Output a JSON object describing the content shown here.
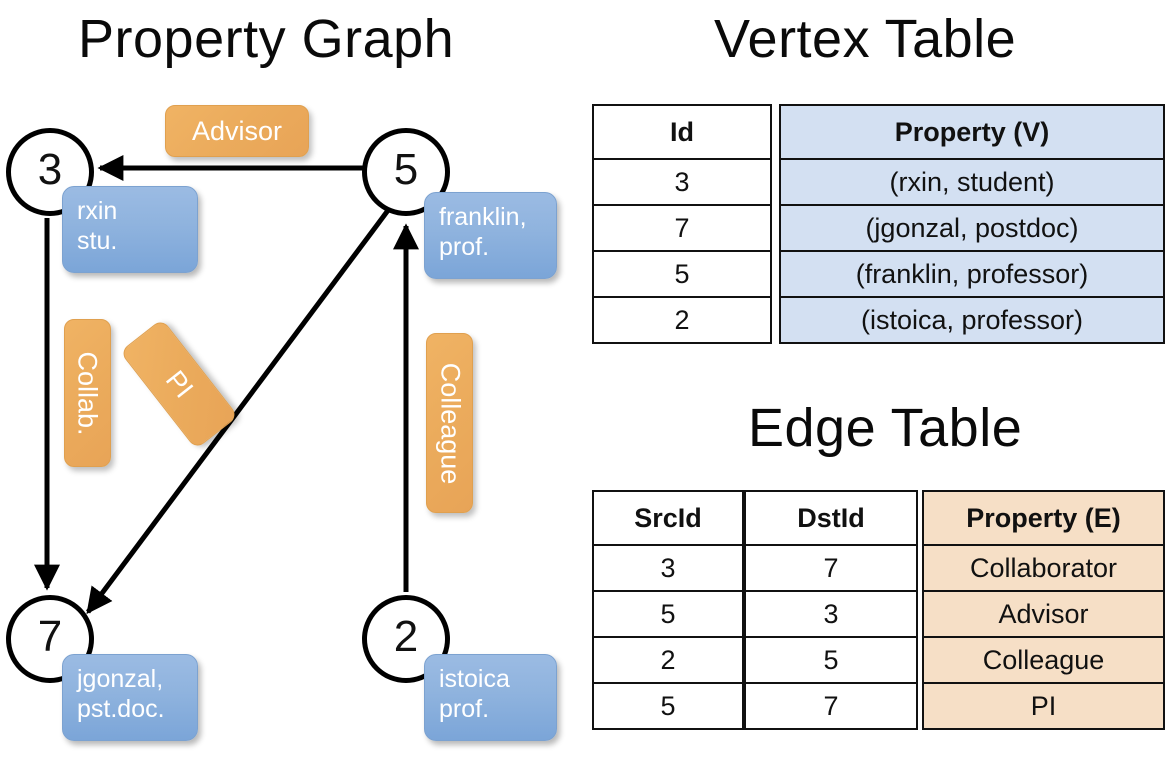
{
  "titles": {
    "property_graph": "Property Graph",
    "vertex_table": "Vertex Table",
    "edge_table": "Edge Table"
  },
  "graph": {
    "nodes": [
      {
        "id": "3",
        "name": "node-3",
        "property_lines": [
          "rxin",
          "stu."
        ]
      },
      {
        "id": "5",
        "name": "node-5",
        "property_lines": [
          "franklin,",
          "prof."
        ]
      },
      {
        "id": "7",
        "name": "node-7",
        "property_lines": [
          "jgonzal,",
          "pst.doc."
        ]
      },
      {
        "id": "2",
        "name": "node-2",
        "property_lines": [
          "istoica",
          "prof."
        ]
      }
    ],
    "node_labels": {
      "n3": "3",
      "n5": "5",
      "n7": "7",
      "n2": "2"
    },
    "property_boxes": {
      "rxin_l1": "rxin",
      "rxin_l2": "stu.",
      "franklin_l1": "franklin,",
      "franklin_l2": "prof.",
      "jgonzal_l1": "jgonzal,",
      "jgonzal_l2": "pst.doc.",
      "istoica_l1": "istoica",
      "istoica_l2": "prof."
    },
    "edge_labels": {
      "advisor": "Advisor",
      "collab": "Collab.",
      "pi": "PI",
      "colleague": "Colleague"
    },
    "edges": [
      {
        "from": "5",
        "to": "3",
        "label": "Advisor"
      },
      {
        "from": "3",
        "to": "7",
        "label": "Collab."
      },
      {
        "from": "5",
        "to": "7",
        "label": "PI"
      },
      {
        "from": "2",
        "to": "5",
        "label": "Colleague"
      }
    ],
    "colors": {
      "vertex_property_fill": "#8fb3de",
      "edge_property_fill": "#ebab5c",
      "node_stroke": "#000000",
      "edge_stroke": "#000000"
    }
  },
  "vertex_table": {
    "headers": {
      "id": "Id",
      "property": "Property (V)"
    },
    "rows": [
      {
        "id": "3",
        "property": "(rxin, student)"
      },
      {
        "id": "7",
        "property": "(jgonzal, postdoc)"
      },
      {
        "id": "5",
        "property": "(franklin, professor)"
      },
      {
        "id": "2",
        "property": "(istoica, professor)"
      }
    ],
    "header_fill": "#d3e0f2"
  },
  "edge_table": {
    "headers": {
      "src": "SrcId",
      "dst": "DstId",
      "property": "Property (E)"
    },
    "rows": [
      {
        "src": "3",
        "dst": "7",
        "property": "Collaborator"
      },
      {
        "src": "5",
        "dst": "3",
        "property": "Advisor"
      },
      {
        "src": "2",
        "dst": "5",
        "property": "Colleague"
      },
      {
        "src": "5",
        "dst": "7",
        "property": "PI"
      }
    ],
    "header_fill": "#f6dfc6"
  }
}
